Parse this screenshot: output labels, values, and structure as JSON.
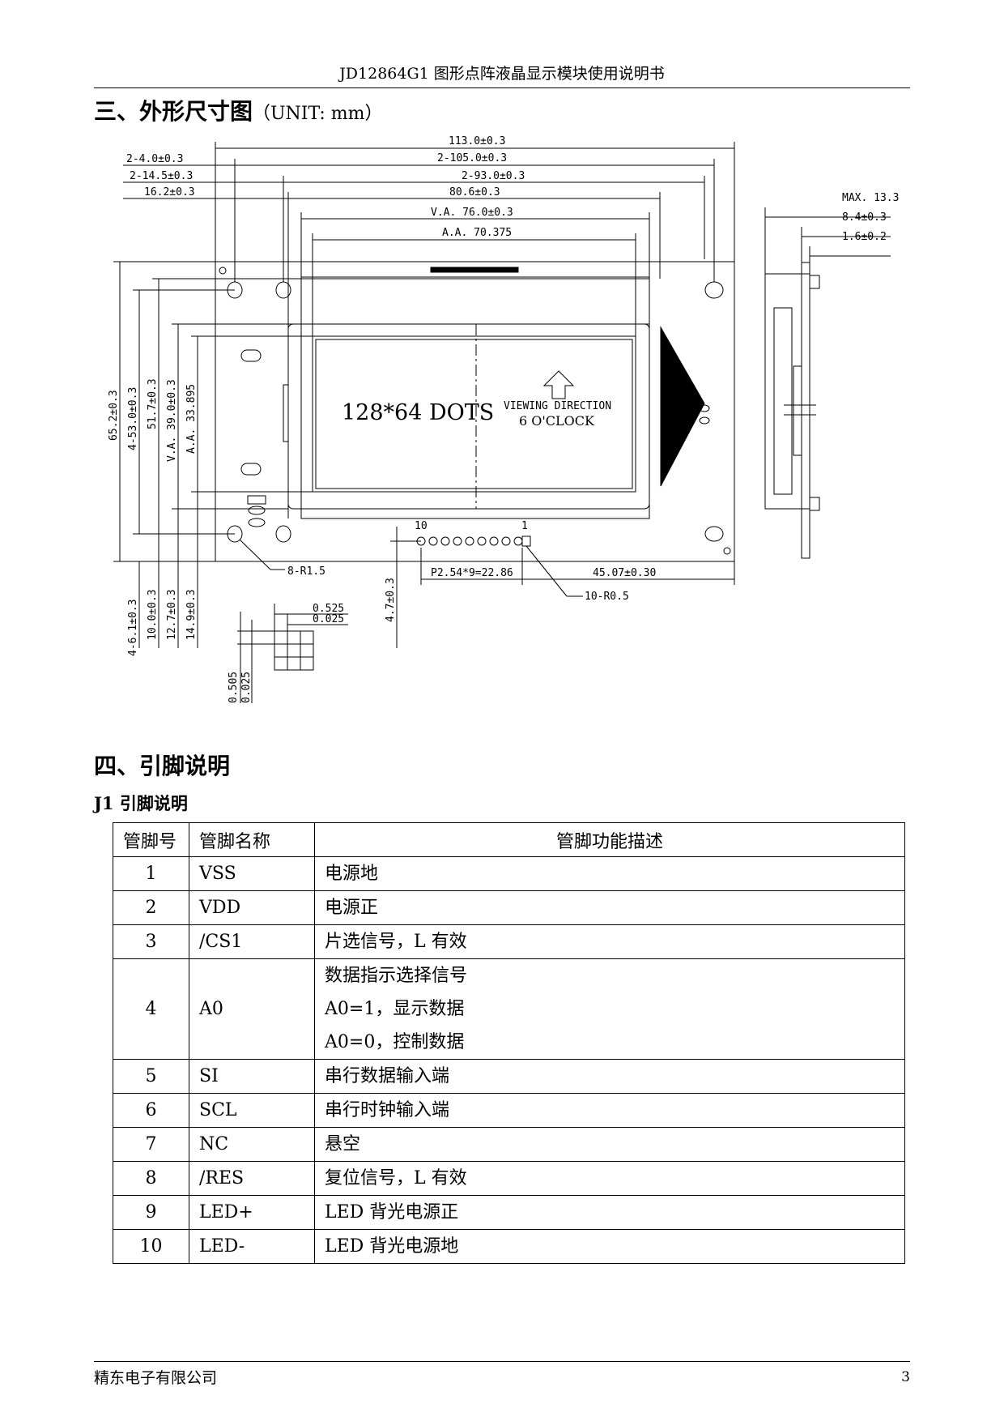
{
  "header": {
    "title": "JD12864G1 图形点阵液晶显示模块使用说明书"
  },
  "section3": {
    "title": "三、外形尺寸图",
    "unit": "（UNIT: mm）"
  },
  "drawing": {
    "dim_113": "113.0±0.3",
    "dim_2_4": "2-4.0±0.3",
    "dim_2_105": "2-105.0±0.3",
    "dim_2_14_5": "2-14.5±0.3",
    "dim_2_93": "2-93.0±0.3",
    "dim_16_2": "16.2±0.3",
    "dim_80_6": "80.6±0.3",
    "dim_va_76": "V.A. 76.0±0.3",
    "dim_aa_70": "A.A. 70.375",
    "dim_max": "MAX. 13.3",
    "dim_8_4": "8.4±0.3",
    "dim_1_6": "1.6±0.2",
    "dim_65_2": "65.2±0.3",
    "dim_4_53": "4-53.0±0.3",
    "dim_51_7": "51.7±0.3",
    "dim_va_39": "V.A. 39.0±0.3",
    "dim_aa_33": "A.A. 33.895",
    "dim_4_6_1": "4-6.1±0.3",
    "dim_10_0": "10.0±0.3",
    "dim_12_7": "12.7±0.3",
    "dim_14_9": "14.9±0.3",
    "dim_4_7": "4.7±0.3",
    "dim_0_525": "0.525",
    "dim_0_025a": "0.025",
    "dim_0_505": "0.505",
    "dim_0_025b": "0.025",
    "lbl_r1_5": "8-R1.5",
    "lbl_r0_5": "10-R0.5",
    "lbl_pitch": "P2.54*9=22.86",
    "dim_45_07": "45.07±0.30",
    "pin10": "10",
    "pin1": "1",
    "dots": "128*64 DOTS",
    "viewing": "VIEWING DIRECTION",
    "clock": "6  O'CLOCK"
  },
  "section4": {
    "title": "四、引脚说明",
    "subtitle": "J1 引脚说明"
  },
  "table": {
    "headers": [
      "管脚号",
      "管脚名称",
      "管脚功能描述"
    ],
    "rows": [
      {
        "no": "1",
        "name": "VSS",
        "desc": [
          "电源地"
        ]
      },
      {
        "no": "2",
        "name": "VDD",
        "desc": [
          "电源正"
        ]
      },
      {
        "no": "3",
        "name": "/CS1",
        "desc": [
          "片选信号，L 有效"
        ]
      },
      {
        "no": "4",
        "name": "A0",
        "desc": [
          "数据指示选择信号",
          "A0=1，显示数据",
          "A0=0，控制数据"
        ]
      },
      {
        "no": "5",
        "name": "SI",
        "desc": [
          "串行数据输入端"
        ]
      },
      {
        "no": "6",
        "name": "SCL",
        "desc": [
          "串行时钟输入端"
        ]
      },
      {
        "no": "7",
        "name": "NC",
        "desc": [
          "悬空"
        ]
      },
      {
        "no": "8",
        "name": "/RES",
        "desc": [
          "复位信号，L 有效"
        ]
      },
      {
        "no": "9",
        "name": "LED+",
        "desc": [
          "LED 背光电源正"
        ]
      },
      {
        "no": "10",
        "name": "LED-",
        "desc": [
          "LED 背光电源地"
        ]
      }
    ]
  },
  "footer": {
    "company": "精东电子有限公司",
    "page": "3"
  }
}
